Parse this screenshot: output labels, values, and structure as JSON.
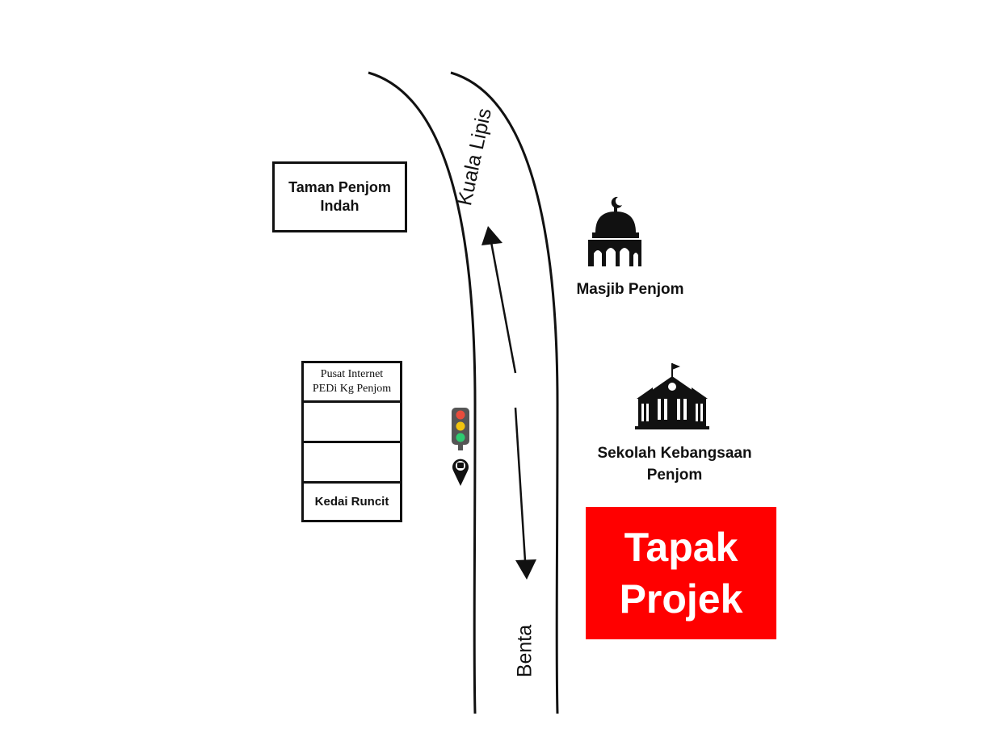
{
  "road": {
    "north_label": "Kuala Lipis",
    "south_label": "Benta"
  },
  "landmarks": {
    "taman": "Taman Penjom\nIndah",
    "masjid": "Masjib Penjom",
    "sekolah": "Sekolah Kebangsaan\nPenjom",
    "shop_top": "Pusat Internet\nPEDi Kg Penjom",
    "shop_bottom": "Kedai Runcit"
  },
  "project": {
    "label": "Tapak\nProjek",
    "color": "#ff0000"
  },
  "icons": [
    "mosque-icon",
    "school-icon",
    "traffic-light-icon",
    "bus-stop-icon"
  ]
}
